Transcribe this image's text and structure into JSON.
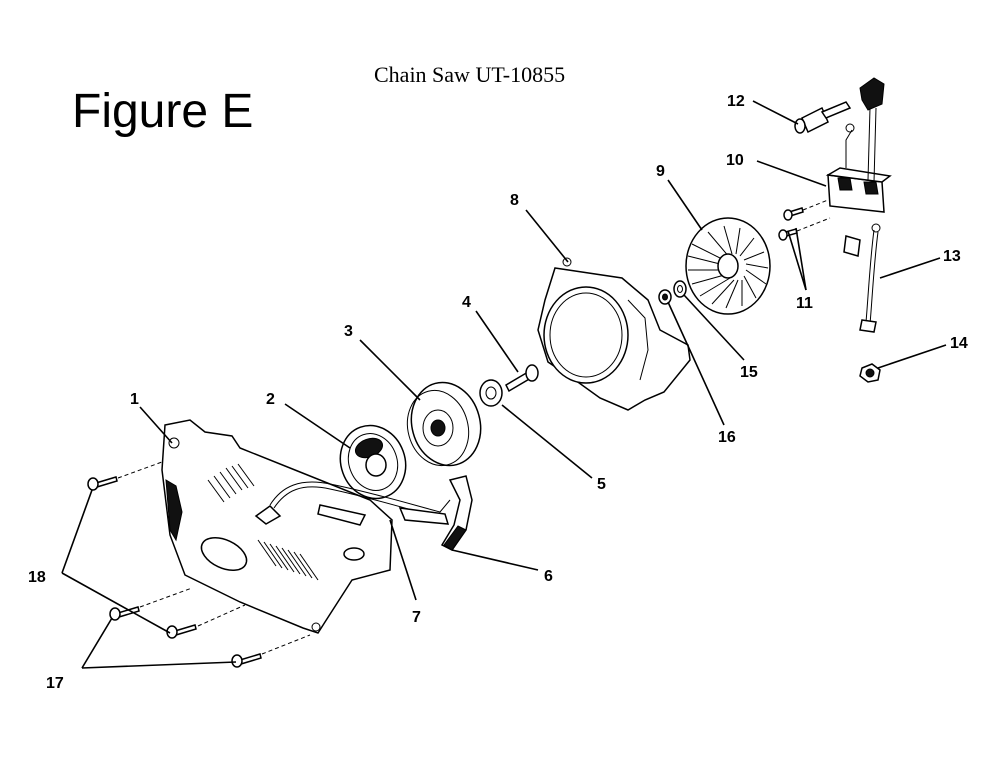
{
  "figure_title": "Figure E",
  "caption": "Chain Saw UT-10855",
  "callouts": [
    "1",
    "2",
    "3",
    "4",
    "5",
    "6",
    "7",
    "8",
    "9",
    "10",
    "11",
    "12",
    "13",
    "14",
    "15",
    "16",
    "17",
    "18"
  ]
}
